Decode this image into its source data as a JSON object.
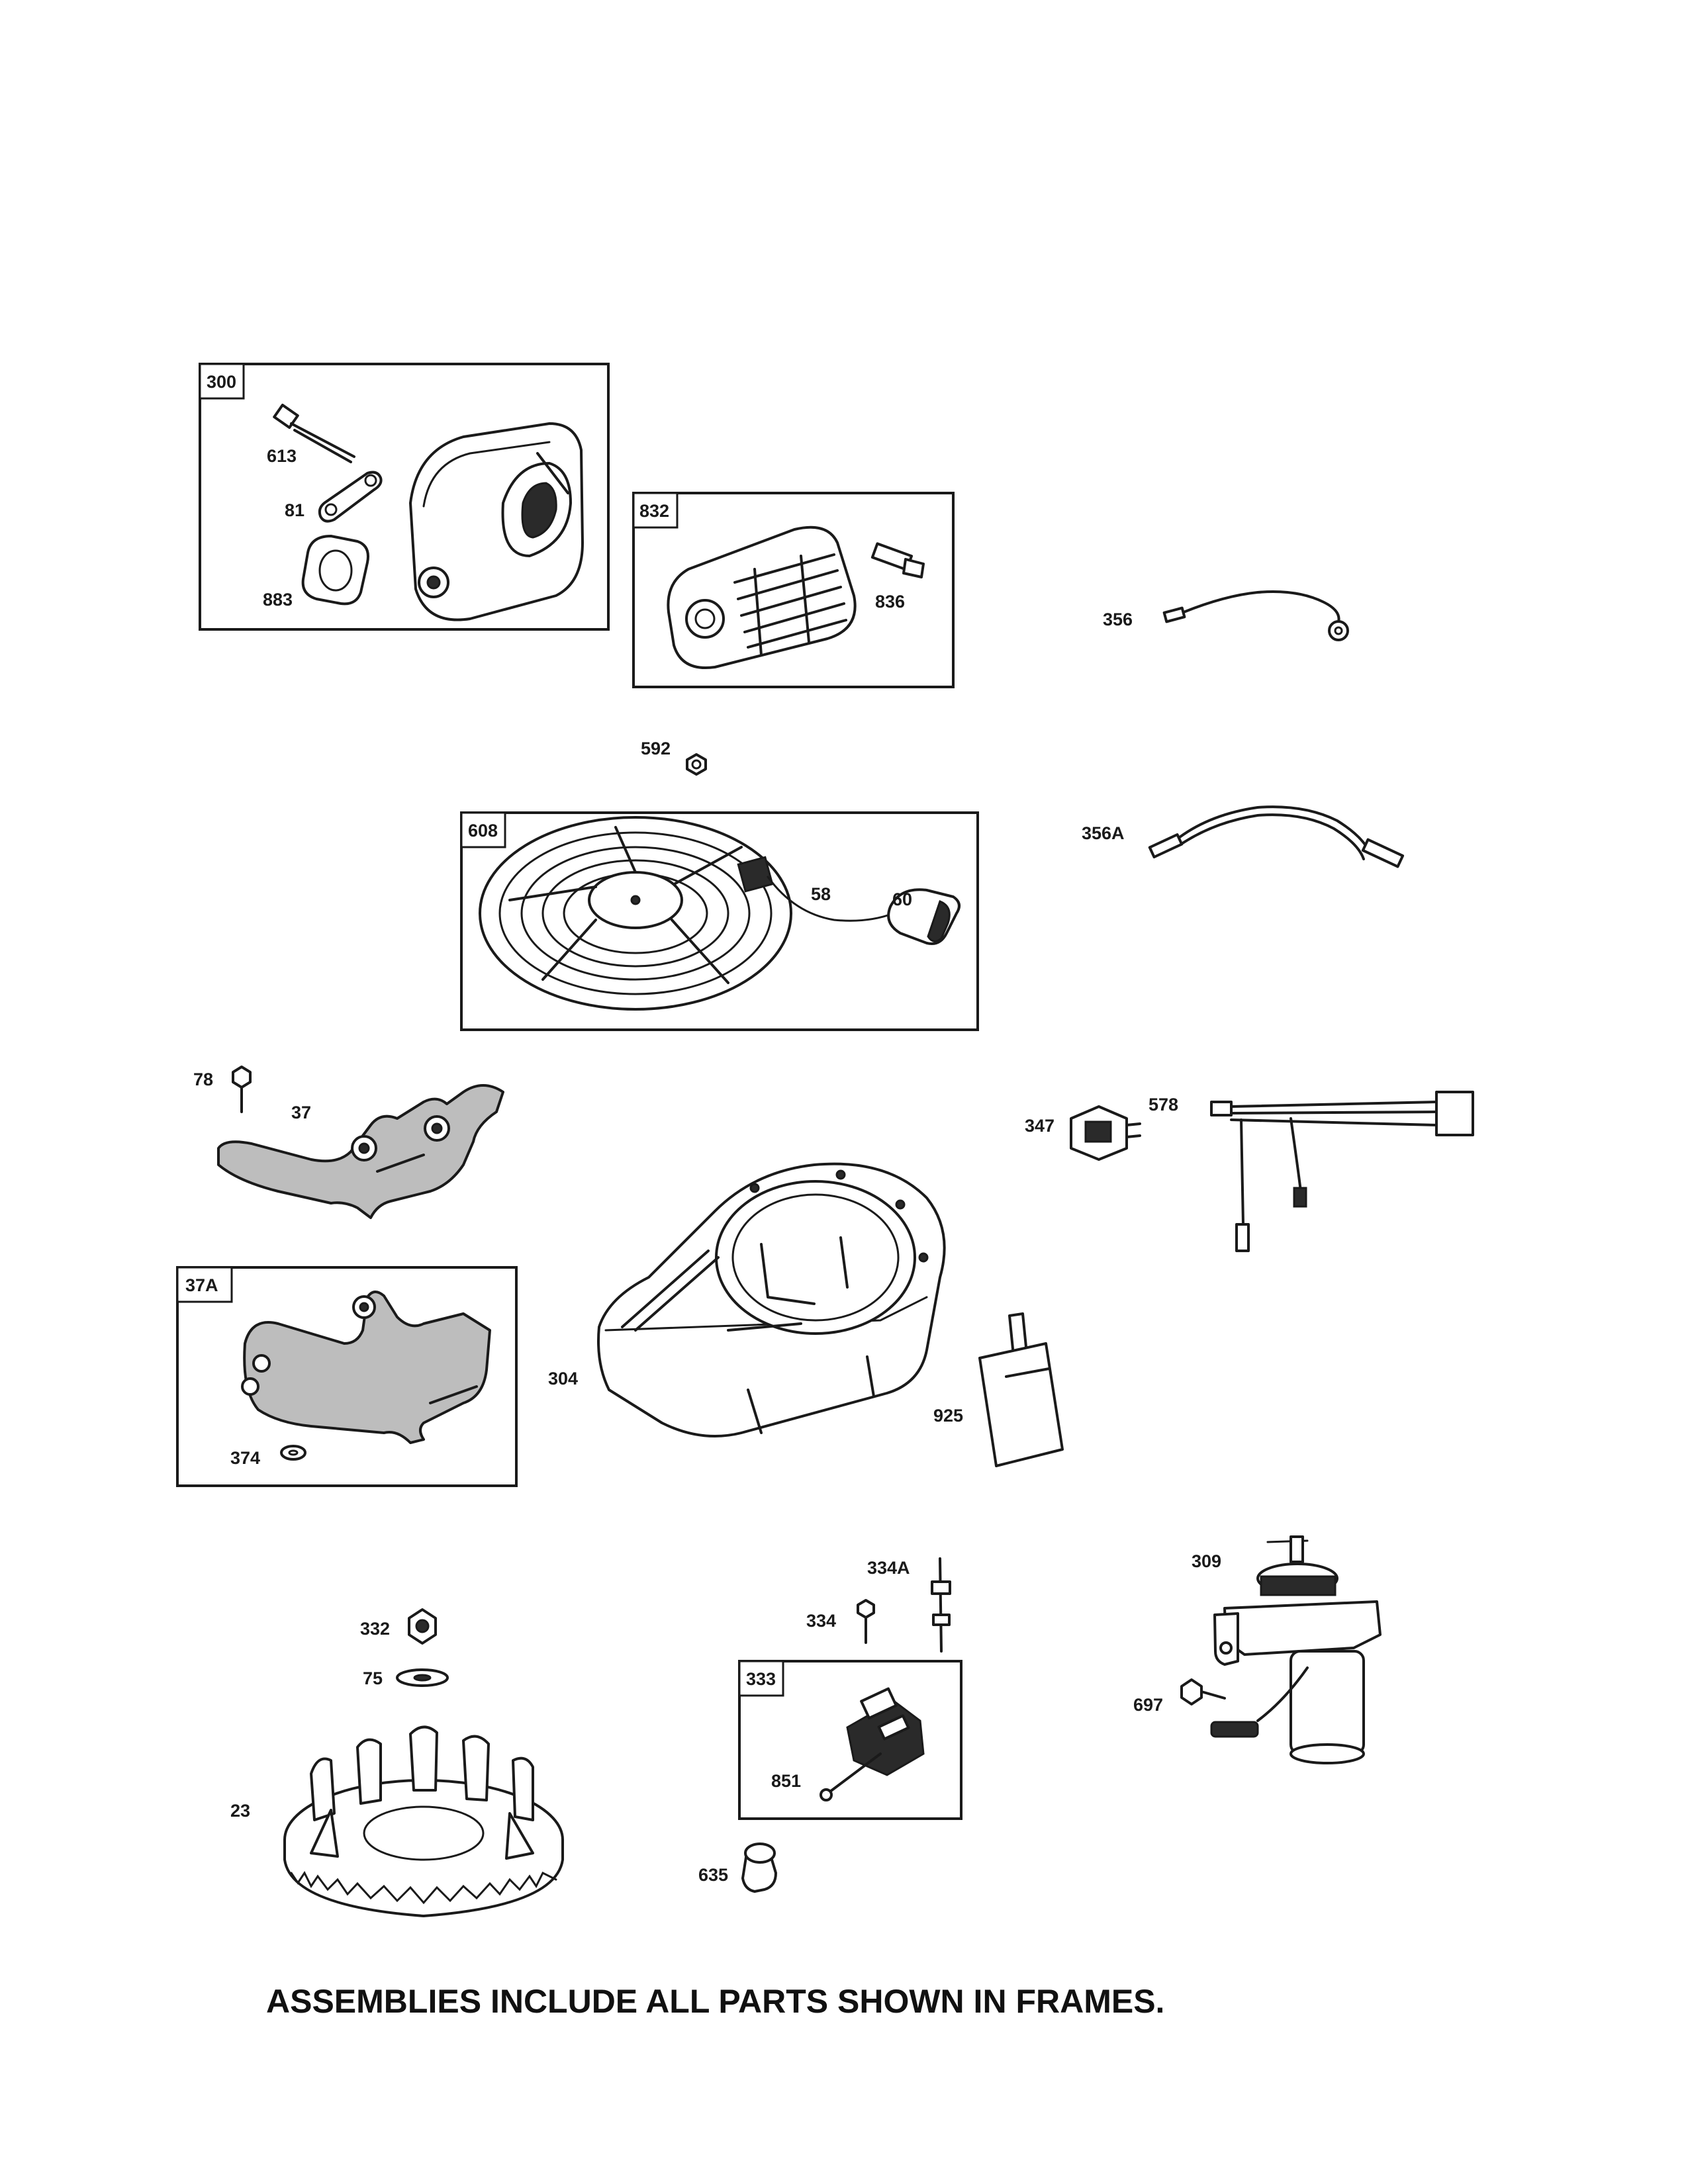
{
  "labels": {
    "frame_300": "300",
    "p613": "613",
    "p81": "81",
    "p883": "883",
    "frame_832": "832",
    "p836": "836",
    "p356": "356",
    "p592": "592",
    "frame_608": "608",
    "p58": "58",
    "p60": "60",
    "p356A": "356A",
    "p78": "78",
    "p37": "37",
    "p347": "347",
    "p578": "578",
    "frame_37A": "37A",
    "p374": "374",
    "p304": "304",
    "p925": "925",
    "p334A": "334A",
    "p334": "334",
    "p309": "309",
    "p332": "332",
    "p75": "75",
    "frame_333": "333",
    "p851": "851",
    "p697": "697",
    "p23": "23",
    "p635": "635"
  },
  "footer": {
    "note": "ASSEMBLIES INCLUDE ALL PARTS SHOWN IN FRAMES."
  }
}
